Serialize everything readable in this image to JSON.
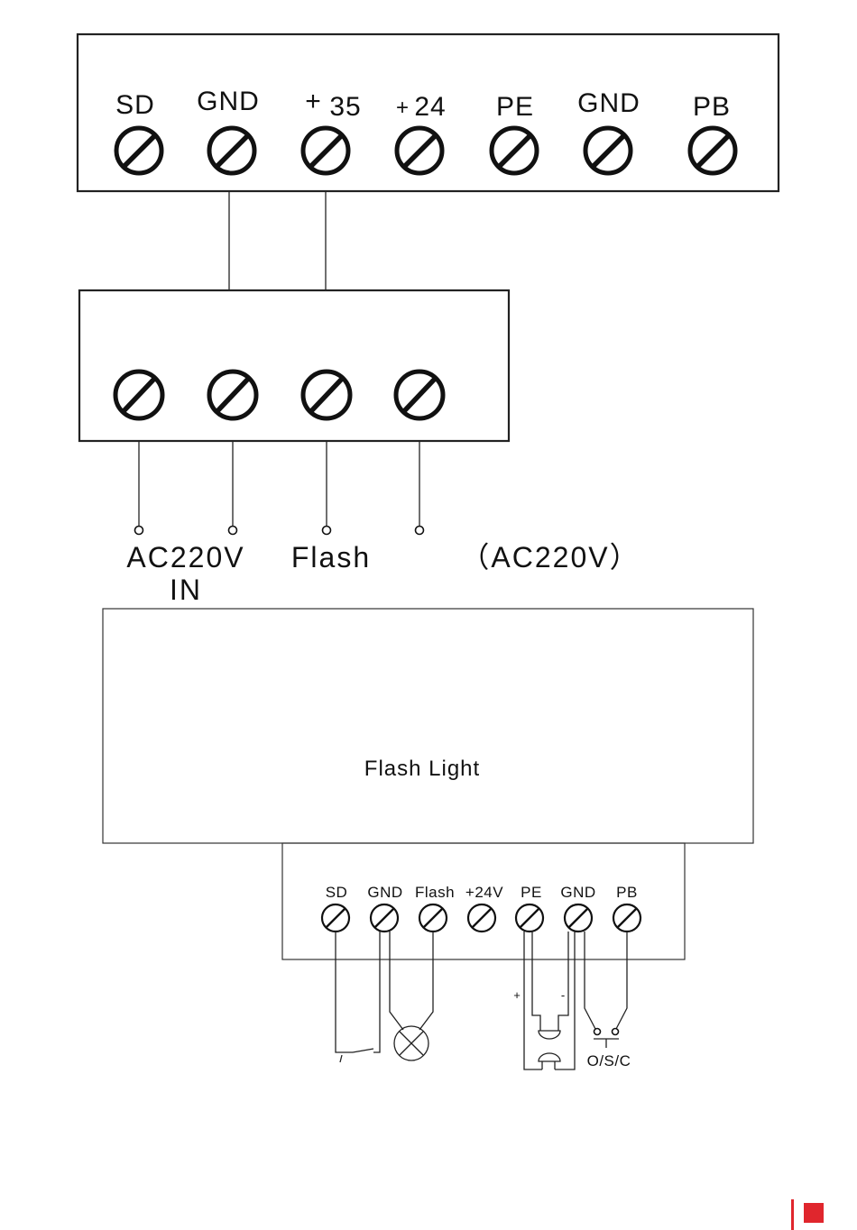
{
  "controller_terminals": [
    "SD",
    "GND",
    "35",
    "24",
    "PE",
    "GND",
    "PB"
  ],
  "controller_plus_signs": [
    "+",
    "+"
  ],
  "power_labels": {
    "ac_in_line1": "AC220V",
    "ac_in_line2": "IN",
    "flash": "Flash",
    "ac_out": "（AC220V）"
  },
  "flash_light_title": "Flash Light",
  "flash_light_terminals": [
    "SD",
    "GND",
    "Flash",
    "+24V",
    "PE",
    "GND",
    "PB"
  ],
  "photo_eye_polarity": [
    "+",
    "-"
  ],
  "push_button_label": "O/S/C",
  "colors": {
    "line": "#111111",
    "page_tab": "#e0262d"
  }
}
